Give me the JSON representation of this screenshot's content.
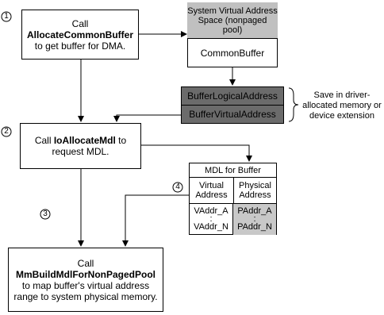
{
  "steps": {
    "s1": "1",
    "s2": "2",
    "s3": "3",
    "s4": "4"
  },
  "box_allocate": {
    "line1": "Call",
    "func": "AllocateCommonBuffer",
    "line3": "to get buffer for DMA."
  },
  "sysva": {
    "title": "System Virtual Address Space (nonpaged pool)",
    "buffer": "CommonBuffer"
  },
  "addresses": {
    "logical": "BufferLogicalAddress",
    "virtual": "BufferVirtualAddress",
    "note": "Save in driver-allocated memory or device extension"
  },
  "box_mdl": {
    "line1_prefix": "Call ",
    "func": "IoAllocateMdl",
    "line1_suffix": " to",
    "line2": "request MDL."
  },
  "mdl": {
    "title": "MDL for Buffer",
    "col_virtual": "Virtual Address",
    "col_physical": "Physical Address",
    "vaddr_first": "VAddr_A",
    "vaddr_last": "VAddr_N",
    "paddr_first": "PAddr_A",
    "paddr_last": "PAddr_N",
    "dots": ":"
  },
  "box_build": {
    "line1": "Call",
    "func": "MmBuildMdlForNonPagedPool",
    "line3": "to map buffer's virtual address range to system physical memory."
  },
  "colors": {
    "dark_fill": "#6b6b6b",
    "light_fill": "#c8c8c8",
    "header_fill": "#c0c0c0"
  }
}
